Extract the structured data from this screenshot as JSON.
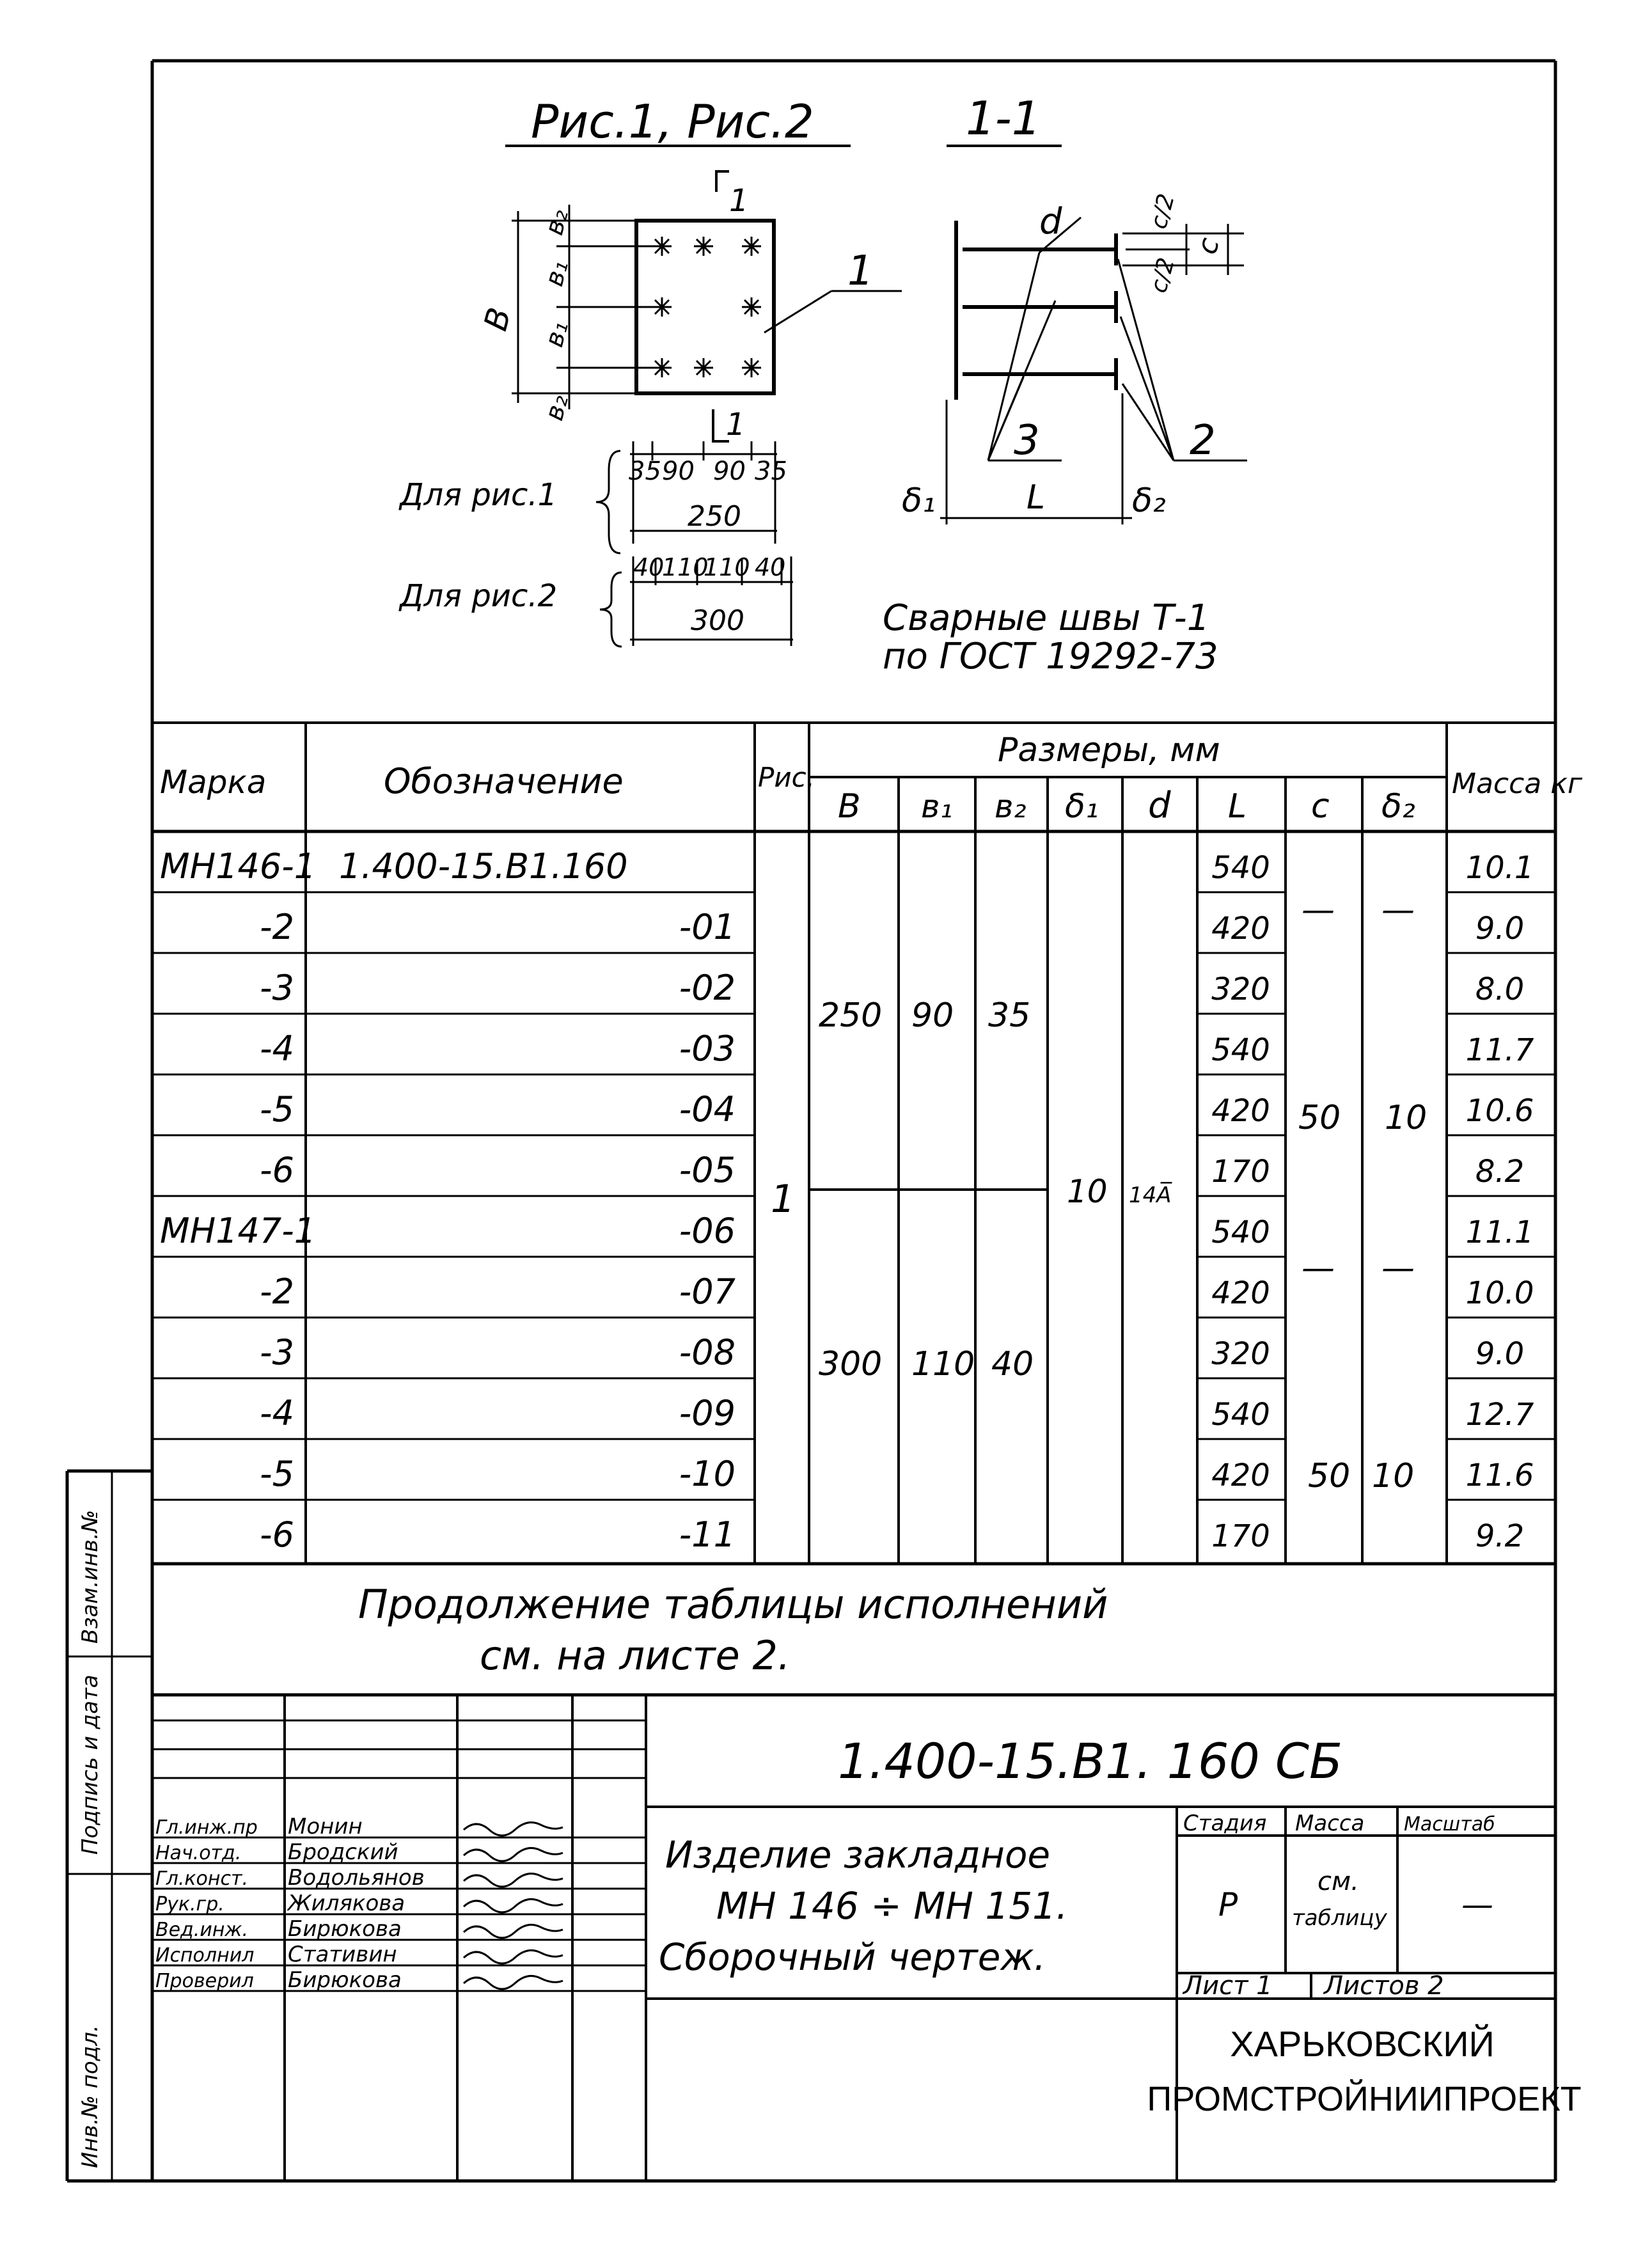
{
  "drawing": {
    "heading_views": "Рис.1, Рис.2",
    "heading_section": "1-1",
    "section_mark_top": "1",
    "section_mark_bottom": "1",
    "labels": {
      "B": "B",
      "b1": "в₁",
      "b2": "в₂",
      "callout_1": "1",
      "callout_2": "2",
      "callout_3": "3",
      "d": "d",
      "c": "c",
      "c_half": "c/2",
      "delta1": "δ₁",
      "delta2": "δ₂",
      "L": "L"
    },
    "dims_fig1": {
      "caption": "Для рис.1",
      "parts": [
        "35",
        "90",
        "90",
        "35"
      ],
      "total": "250"
    },
    "dims_fig2": {
      "caption": "Для рис.2",
      "parts": [
        "40",
        "110",
        "110",
        "40"
      ],
      "total": "300"
    },
    "weld_note_line1": "Сварные швы Т-1",
    "weld_note_line2": "по ГОСТ 19292-73"
  },
  "table": {
    "headers": {
      "mark": "Марка",
      "designation": "Обозначение",
      "fig": "Рис.",
      "dims_group": "Размеры, мм",
      "B": "B",
      "b1": "в₁",
      "b2": "в₂",
      "delta1": "δ₁",
      "d": "d",
      "L": "L",
      "c": "c",
      "delta2": "δ₂",
      "mass": "Масса кг"
    },
    "rows": [
      {
        "mark": "МН146-1",
        "designation": "1.400-15.В1.160",
        "L": "540",
        "mass": "10.1"
      },
      {
        "mark": "-2",
        "designation": "-01",
        "L": "420",
        "mass": "9.0"
      },
      {
        "mark": "-3",
        "designation": "-02",
        "L": "320",
        "mass": "8.0"
      },
      {
        "mark": "-4",
        "designation": "-03",
        "L": "540",
        "mass": "11.7"
      },
      {
        "mark": "-5",
        "designation": "-04",
        "L": "420",
        "mass": "10.6"
      },
      {
        "mark": "-6",
        "designation": "-05",
        "L": "170",
        "mass": "8.2"
      },
      {
        "mark": "МН147-1",
        "designation": "-06",
        "L": "540",
        "mass": "11.1"
      },
      {
        "mark": "-2",
        "designation": "-07",
        "L": "420",
        "mass": "10.0"
      },
      {
        "mark": "-3",
        "designation": "-08",
        "L": "320",
        "mass": "9.0"
      },
      {
        "mark": "-4",
        "designation": "-09",
        "L": "540",
        "mass": "12.7"
      },
      {
        "mark": "-5",
        "designation": "-10",
        "L": "420",
        "mass": "11.6"
      },
      {
        "mark": "-6",
        "designation": "-11",
        "L": "170",
        "mass": "9.2"
      }
    ],
    "merged": {
      "fig": "1",
      "delta1": "10",
      "d": "14А̅̅",
      "group1_B": "250",
      "group1_b1": "90",
      "group1_b2": "35",
      "group2_B": "300",
      "group2_b1": "110",
      "group2_b2": "40",
      "dash": "—",
      "c_value": "50",
      "delta2_value": "10"
    },
    "continuation_line1": "Продолжение таблицы исполнений",
    "continuation_line2": "см. на листе 2."
  },
  "title_block": {
    "doc_code": "1.400-15.В1. 160 СБ",
    "product_line1": "Изделие закладное",
    "product_line2": "МН 146 ÷ МН 151.",
    "product_line3": "Сборочный чертеж.",
    "stage_label": "Стадия",
    "mass_label": "Масса",
    "scale_label": "Масштаб",
    "stage_value": "Р",
    "mass_value_line1": "см.",
    "mass_value_line2": "таблицу",
    "scale_value": "—",
    "sheet_label": "Лист 1",
    "sheets_label": "Листов 2",
    "org_line1": "ХАРЬКОВСКИЙ",
    "org_line2": "ПРОМСТРОЙНИИПРОЕКТ",
    "people": [
      {
        "role": "Гл.инж.пр",
        "name": "Монин"
      },
      {
        "role": "Нач.отд.",
        "name": "Бродский"
      },
      {
        "role": "Гл.конст.",
        "name": "Водольянов"
      },
      {
        "role": "Рук.гр.",
        "name": "Жилякова"
      },
      {
        "role": "Вед.инж.",
        "name": "Бирюкова"
      },
      {
        "role": "Исполнил",
        "name": "Стативин"
      },
      {
        "role": "Проверил",
        "name": "Бирюкова"
      }
    ]
  },
  "side_strip": {
    "inv_podl": "Инв.№ подл.",
    "podpis": "Подпись и дата",
    "vzam": "Взам.инв.№"
  }
}
